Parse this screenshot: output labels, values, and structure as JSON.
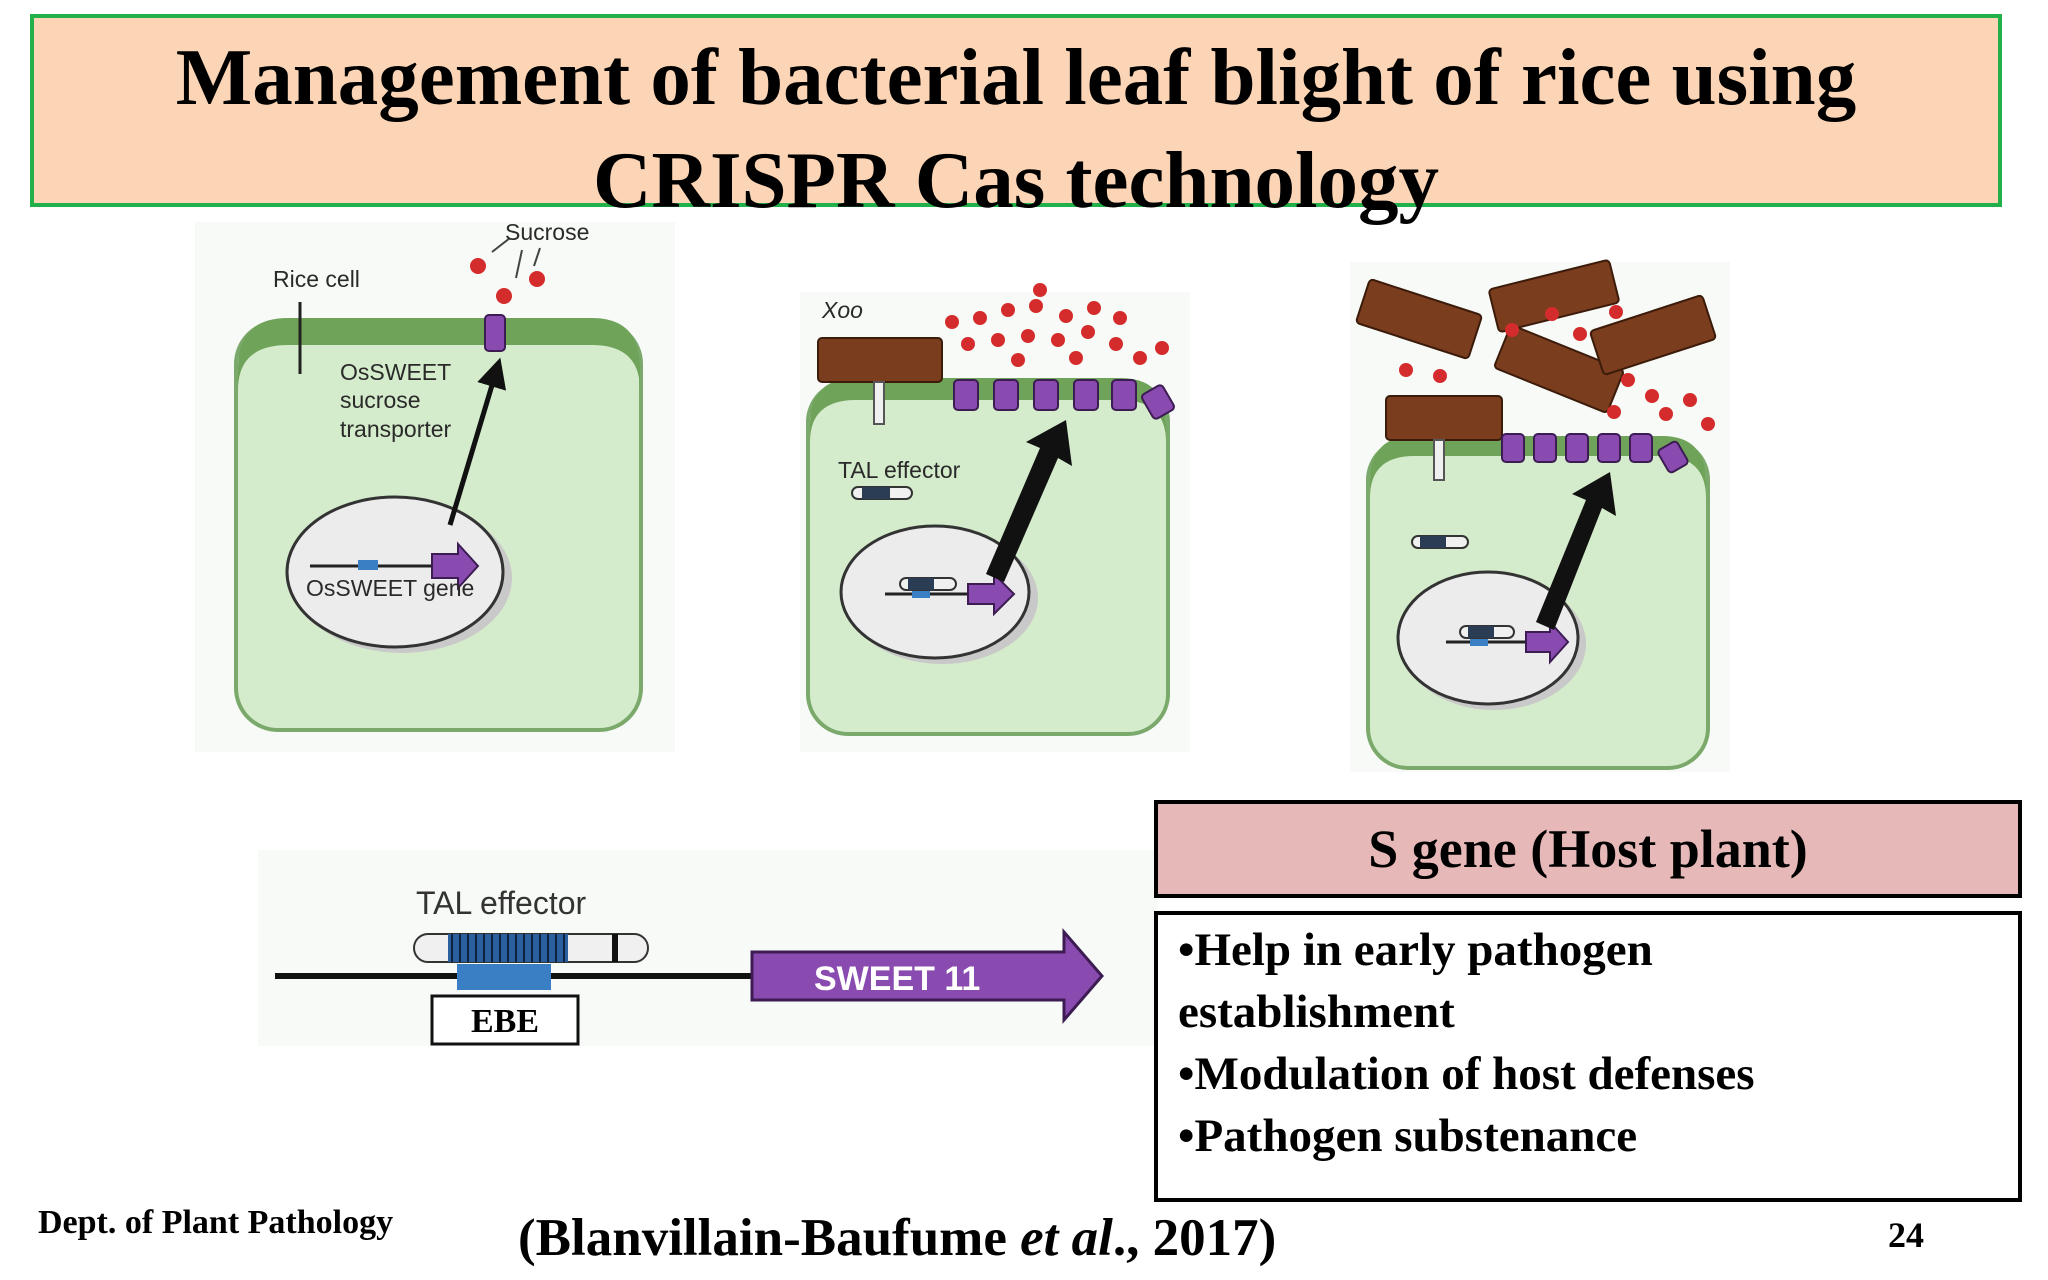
{
  "title": {
    "line1": "Management of bacterial leaf blight of rice using",
    "line2": "CRISPR Cas technology"
  },
  "diagram": {
    "panel1": {
      "sucrose_label": "Sucrose",
      "rice_cell_label": "Rice cell",
      "transporter_label_1": "OsSWEET",
      "transporter_label_2": "sucrose",
      "transporter_label_3": "transporter",
      "gene_label": "OsSWEET gene"
    },
    "panel2": {
      "xoo_label": "Xoo",
      "tal_label": "TAL effector"
    },
    "bottom": {
      "tal_label": "TAL effector",
      "ebe_label": "EBE",
      "sweet_label": "SWEET 11"
    }
  },
  "sgene": {
    "header": "S gene (Host plant)",
    "bullets": [
      "•Help in early pathogen",
      "establishment",
      "•Modulation of host defenses",
      "•Pathogen substenance"
    ]
  },
  "footer": {
    "dept": "Dept. of Plant Pathology",
    "citation_open": "(Blanvillain-Baufume ",
    "citation_etal": "et al",
    "citation_close": "., 2017)",
    "page_number": "24"
  },
  "colors": {
    "title_bg": "#fbd5b5",
    "title_border": "#22b04b",
    "cell_fill": "#d4eccb",
    "cell_wall": "#6fa35a",
    "transporter": "#8a4bb0",
    "bacteria": "#7a3d1e",
    "sucrose": "#d42c2c",
    "sgene_header_bg": "#e6b8b7"
  }
}
